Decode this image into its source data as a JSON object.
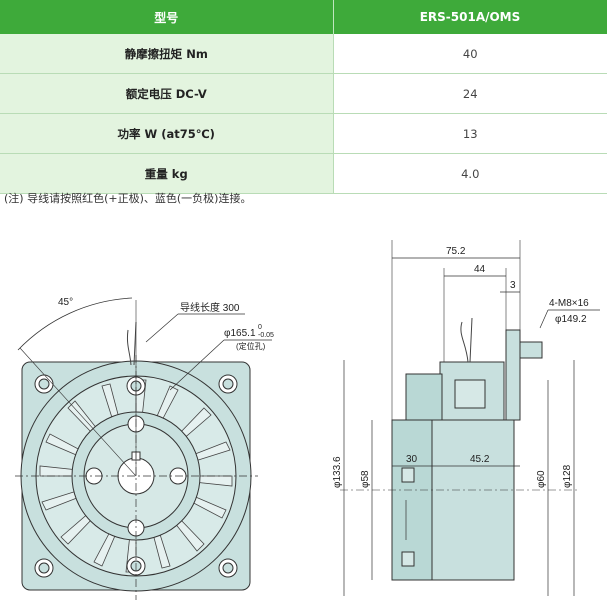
{
  "table": {
    "header": {
      "col1": "型号",
      "col2": "ERS-501A/OMS"
    },
    "rows": [
      {
        "label": "静摩擦扭矩 Nm",
        "value": "40"
      },
      {
        "label": "额定电压 DC-V",
        "value": "24"
      },
      {
        "label": "功率 W (at75℃)",
        "value": "13"
      },
      {
        "label": "重量 kg",
        "value": "4.0"
      }
    ]
  },
  "note": "(注) 导线请按照红色(+正极)、蓝色(一负极)连接。",
  "drawing": {
    "front": {
      "angle": "45°",
      "wire_length": "导线长度 300",
      "pilot_dia": "φ165.1",
      "pilot_tol_top": "0",
      "pilot_tol_bottom": "-0.05",
      "pilot_note": "(定位孔)"
    },
    "side": {
      "len_overall": "75.2",
      "len_44": "44",
      "len_3": "3",
      "len_30": "30",
      "len_45_2": "45.2",
      "holes": "4-M8×16",
      "pcd": "φ149.2",
      "dia_133_6": "φ133.6",
      "dia_58": "φ58",
      "dia_60": "φ60",
      "dia_128": "φ128"
    }
  },
  "colors": {
    "header_green": "#3eaa3a",
    "label_green": "#e3f4df",
    "drawing_fill": "#c8e0de"
  }
}
